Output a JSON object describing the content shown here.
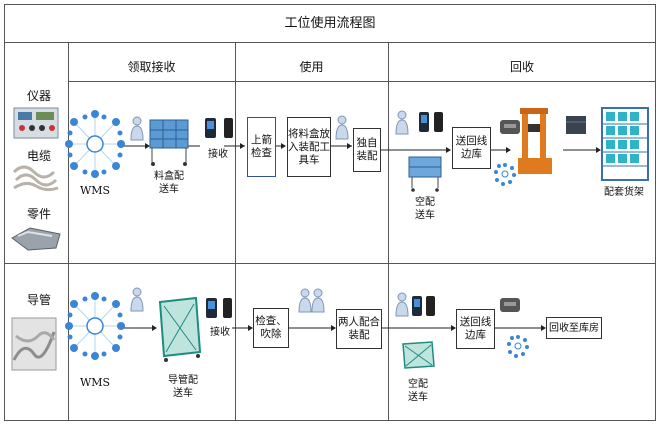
{
  "title": "工位使用流程图",
  "phases": [
    "领取接收",
    "使用",
    "回收"
  ],
  "categories": {
    "instrument": "仪器",
    "cable": "电缆",
    "part": "零件",
    "conduit": "导管"
  },
  "row1": {
    "wms": "WMS",
    "cart_line1": "料盒配",
    "cart_line2": "送车",
    "receive": "接收",
    "step_inspect_line1": "上箭",
    "step_inspect_line2": "检查",
    "step_load_line1": "将料盒放",
    "step_load_line2": "入装配工",
    "step_load_line3": "具车",
    "step_solo_line1": "独自",
    "step_solo_line2": "装配",
    "empty_cart_line1": "空配",
    "empty_cart_line2": "送车",
    "return_line1": "送回线",
    "return_line2": "边库",
    "shelf": "配套货架"
  },
  "row2": {
    "wms": "WMS",
    "cart_line1": "导管配",
    "cart_line2": "送车",
    "receive": "接收",
    "step_check_line1": "检查、",
    "step_check_line2": "吹除",
    "step_pair_line1": "两人配合",
    "step_pair_line2": "装配",
    "empty_cart_line1": "空配",
    "empty_cart_line2": "送车",
    "return_line1": "送回线",
    "return_line2": "边库",
    "warehouse": "回收至库房"
  }
}
